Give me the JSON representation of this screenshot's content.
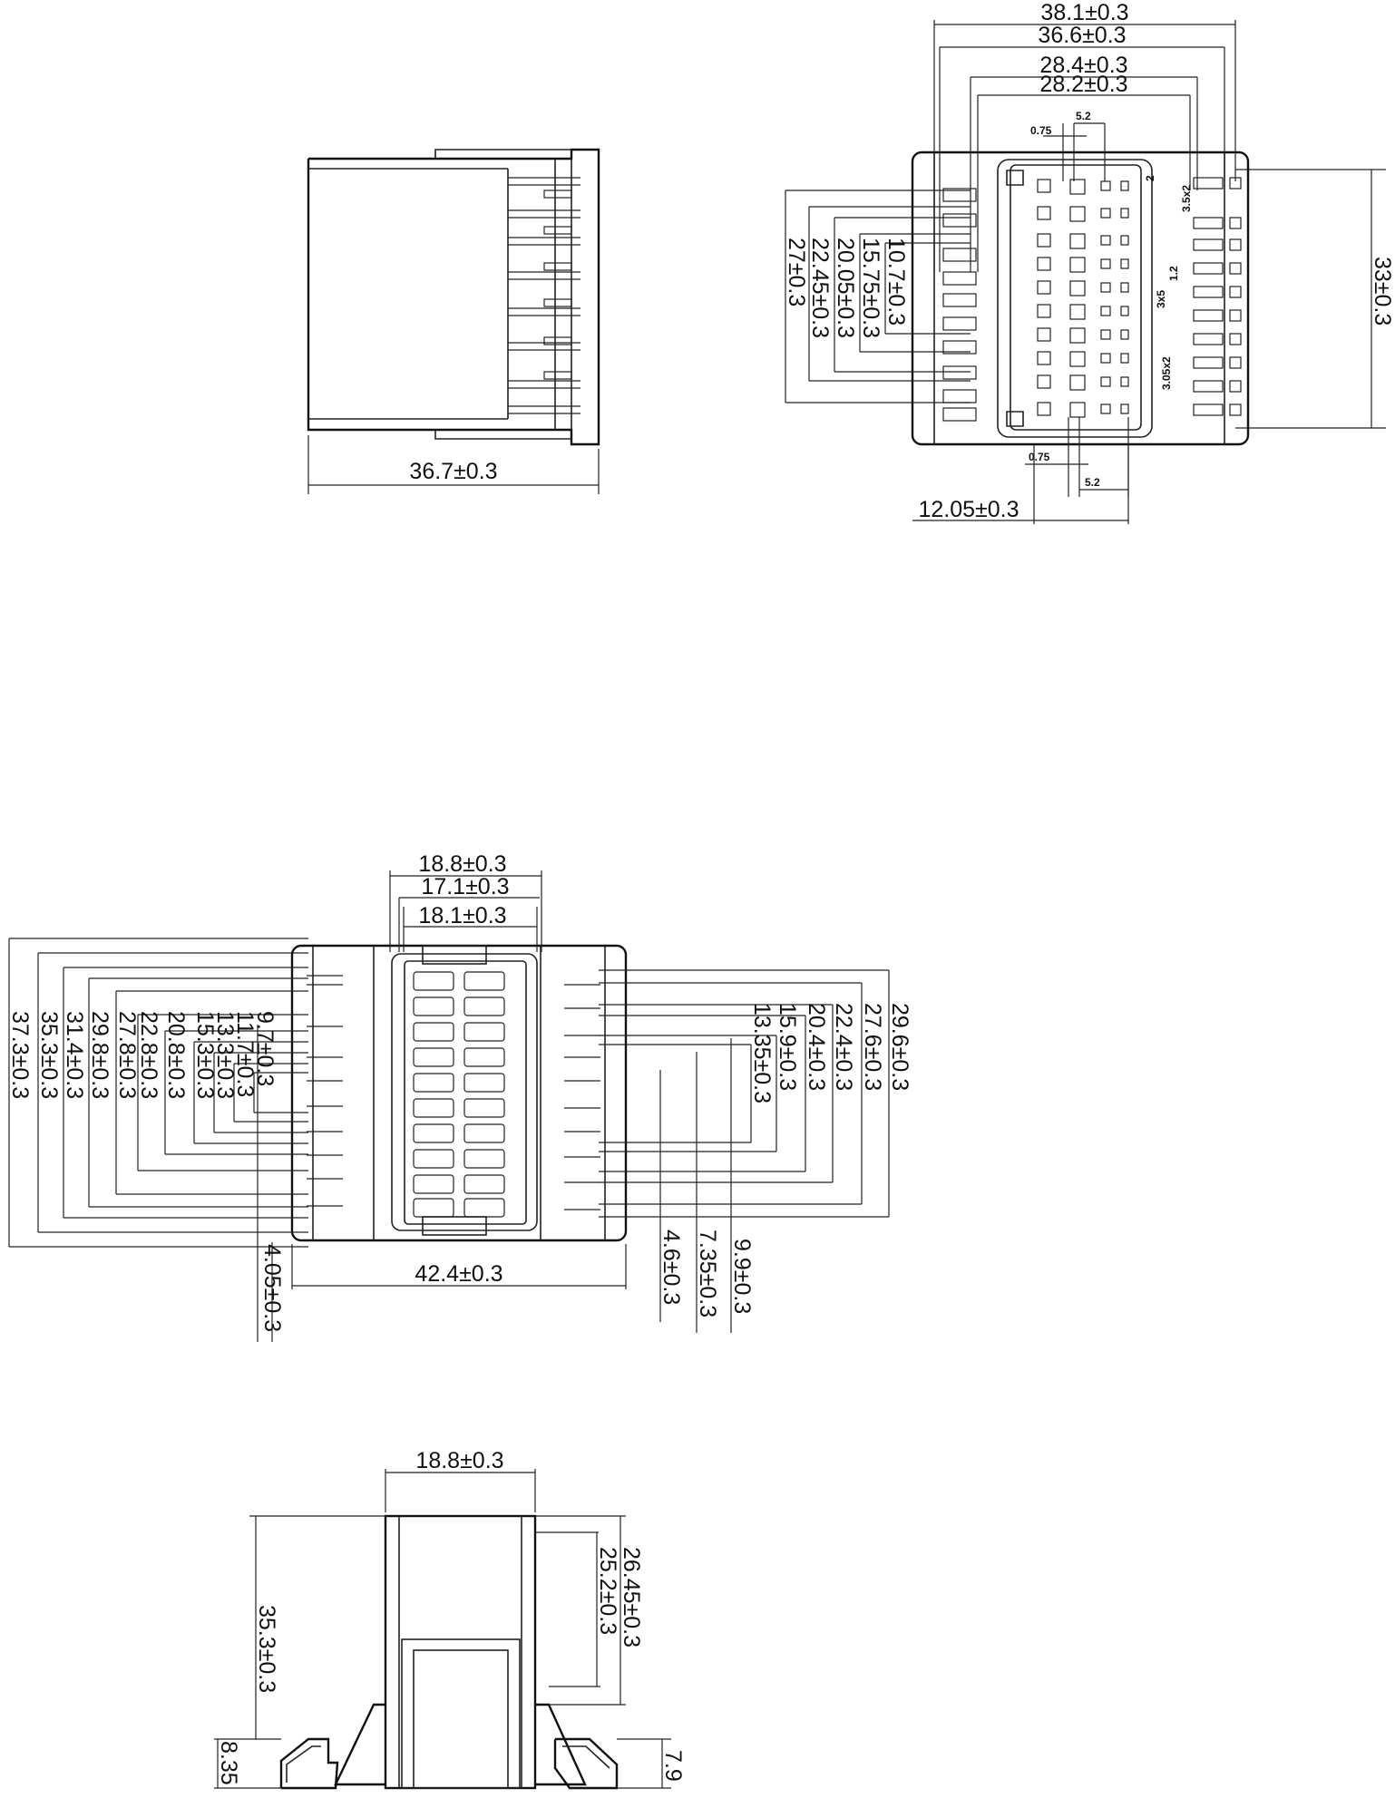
{
  "views": {
    "side_top": {
      "width": "36.7±0.3"
    },
    "front_top": {
      "top_widths": [
        "38.1±0.3",
        "36.6±0.3",
        "28.4±0.3",
        "28.2±0.3"
      ],
      "small_top": [
        "0.75",
        "5.2"
      ],
      "small_bottom": [
        "0.75",
        "5.2"
      ],
      "heights_left": [
        "10.7±0.3",
        "15.75±0.3",
        "20.05±0.3",
        "22.45±0.3",
        "27±0.3"
      ],
      "height_right": "33±0.3",
      "pitch_labels": [
        "2",
        "3.5x2",
        "1.2",
        "3x5",
        "3.05x2"
      ],
      "bottom_offset": "12.05±0.3"
    },
    "plan_mid": {
      "top_widths": [
        "18.8±0.3",
        "17.1±0.3",
        "18.1±0.3"
      ],
      "heights_left": [
        "37.3±0.3",
        "35.3±0.3",
        "31.4±0.3",
        "29.8±0.3",
        "27.8±0.3",
        "22.8±0.3",
        "20.8±0.3",
        "15.3±0.3",
        "13.3±0.3",
        "11.7±0.3",
        "9.7±0.3"
      ],
      "heights_right": [
        "29.6±0.3",
        "27.6±0.3",
        "22.4±0.3",
        "20.4±0.3",
        "15.9±0.3",
        "13.35±0.3"
      ],
      "bottom_width": "42.4±0.3",
      "offset_left": "4.05±0.3",
      "offsets_right": [
        "4.6±0.3",
        "7.35±0.3",
        "9.9±0.3"
      ]
    },
    "side_bottom": {
      "top_width": "18.8±0.3",
      "height_left": "35.3±0.3",
      "heights_right": [
        "26.45±0.3",
        "25.2±0.3"
      ],
      "foot_left": "8.35",
      "foot_right": "7.9"
    }
  }
}
